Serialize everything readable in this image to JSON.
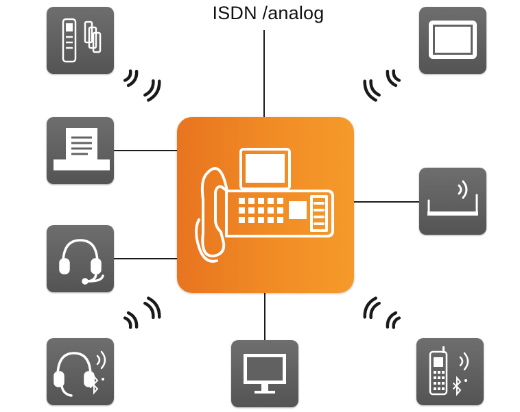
{
  "diagram": {
    "title": "ISDN /analog",
    "colors": {
      "hub": "#f08a24",
      "tile": "#616161",
      "line": "#1a1a1a",
      "icon": "#ffffff"
    },
    "hub_icon": "fax-telephone-icon",
    "devices": [
      {
        "id": "cordless-handsets",
        "icon": "cordless-handsets-icon",
        "link": "wireless"
      },
      {
        "id": "printer",
        "icon": "printer-icon",
        "link": "wired"
      },
      {
        "id": "headset",
        "icon": "headset-icon",
        "link": "wired"
      },
      {
        "id": "bluetooth-headset",
        "icon": "bluetooth-headset-icon",
        "link": "wireless"
      },
      {
        "id": "pc-monitor",
        "icon": "monitor-icon",
        "link": "wired"
      },
      {
        "id": "bluetooth-mobile-phone",
        "icon": "bluetooth-phone-icon",
        "link": "wireless"
      },
      {
        "id": "router",
        "icon": "wifi-router-icon",
        "link": "wired"
      },
      {
        "id": "tablet-display",
        "icon": "tablet-icon",
        "link": "wireless"
      }
    ]
  }
}
